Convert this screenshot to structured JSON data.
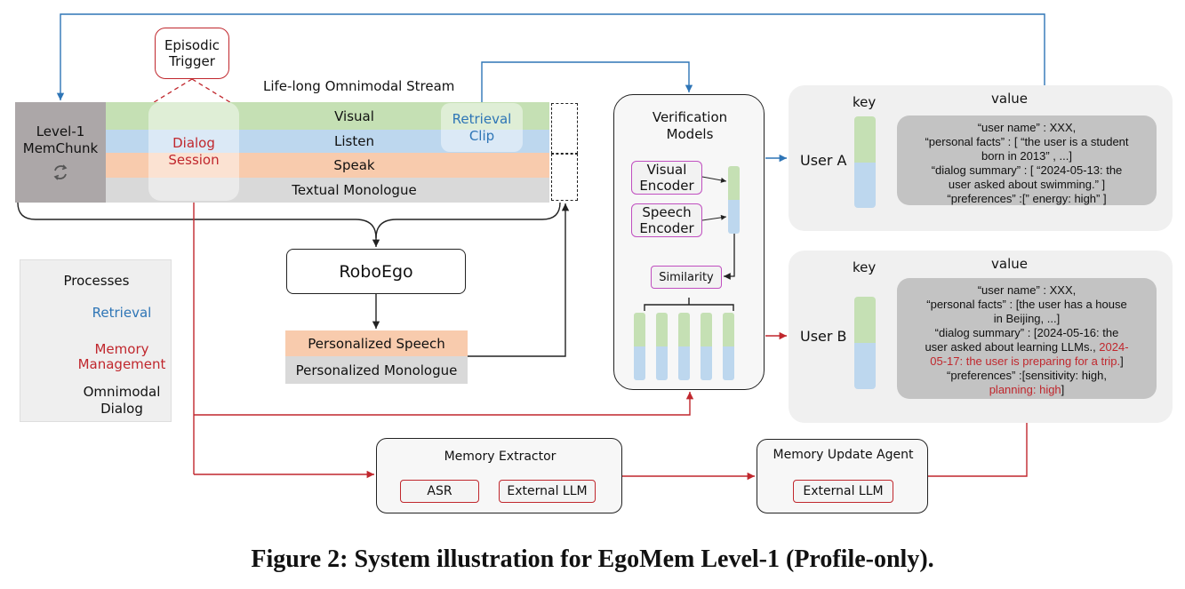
{
  "colors": {
    "retrieval": "#2e75b6",
    "memory_management": "#c0272d",
    "omnimodal_dialog": "#222222",
    "visual": "#c5e0b4",
    "listen": "#bdd7ee",
    "speak": "#f8cbad",
    "monologue": "#d9d9d9",
    "memchunk": "#aca7a8"
  },
  "episodic_trigger": {
    "line1": "Episodic",
    "line2": "Trigger"
  },
  "stream": {
    "title": "Life-long Omnimodal Stream",
    "memchunk": {
      "line1": "Level-1",
      "line2": "MemChunk",
      "icon": "refresh-icon"
    },
    "bands": {
      "visual": "Visual",
      "listen": "Listen",
      "speak": "Speak",
      "monologue": "Textual Monologue"
    },
    "dialog_session": {
      "line1": "Dialog",
      "line2": "Session"
    },
    "retrieval_clip": {
      "line1": "Retrieval",
      "line2": "Clip"
    }
  },
  "roboego": {
    "label": "RoboEgo",
    "outputs": {
      "speech": "Personalized Speech",
      "monologue": "Personalized Monologue"
    }
  },
  "legend": {
    "title": "Processes",
    "items": [
      {
        "label_line1": "Retrieval",
        "label_line2": "",
        "color": "#2e75b6"
      },
      {
        "label_line1": "Memory",
        "label_line2": "Management",
        "color": "#c0272d"
      },
      {
        "label_line1": "Omnimodal",
        "label_line2": "Dialog",
        "color": "#222222"
      }
    ]
  },
  "verification": {
    "title_line1": "Verification",
    "title_line2": "Models",
    "visual_encoder": {
      "line1": "Visual",
      "line2": "Encoder"
    },
    "speech_encoder": {
      "line1": "Speech",
      "line2": "Encoder"
    },
    "similarity": "Similarity",
    "candidate_count": 5
  },
  "users": [
    {
      "name": "User A",
      "key_label": "key",
      "value_label": "value",
      "value_lines": [
        [
          {
            "text": "“user name”  : XXX,"
          }
        ],
        [
          {
            "text": "“personal facts”  : [  “the user is a student"
          }
        ],
        [
          {
            "text": "born in 2013”  , ...]"
          }
        ],
        [
          {
            "text": "“dialog summary”  : [  “2024-05-13: the"
          }
        ],
        [
          {
            "text": "user asked about swimming.”  ]"
          }
        ],
        [
          {
            "text": "“preferences”   :[”  energy: high”  ]"
          }
        ]
      ]
    },
    {
      "name": "User B",
      "key_label": "key",
      "value_label": "value",
      "value_lines": [
        [
          {
            "text": "“user name”  : XXX,"
          }
        ],
        [
          {
            "text": "“personal facts”  : [the user has a house"
          }
        ],
        [
          {
            "text": "in Beijing, ...]"
          }
        ],
        [
          {
            "text": "“dialog summary”  : [2024-05-16: the"
          }
        ],
        [
          {
            "text": "user asked about learning LLMs., "
          },
          {
            "text": "2024-",
            "highlight": true
          }
        ],
        [
          {
            "text": "05-17: the user is preparing for a trip.",
            "highlight": true
          },
          {
            "text": "]"
          }
        ],
        [
          {
            "text": "“preferences”   :[sensitivity: high,"
          }
        ],
        [
          {
            "text": "planning: high",
            "highlight": true
          },
          {
            "text": "]"
          }
        ]
      ]
    }
  ],
  "memory_extractor": {
    "title": "Memory Extractor",
    "asr": "ASR",
    "llm": "External LLM"
  },
  "memory_update_agent": {
    "title": "Memory Update Agent",
    "llm": "External LLM"
  },
  "caption": "Figure 2: System illustration for EgoMem Level-1 (Profile-only)."
}
